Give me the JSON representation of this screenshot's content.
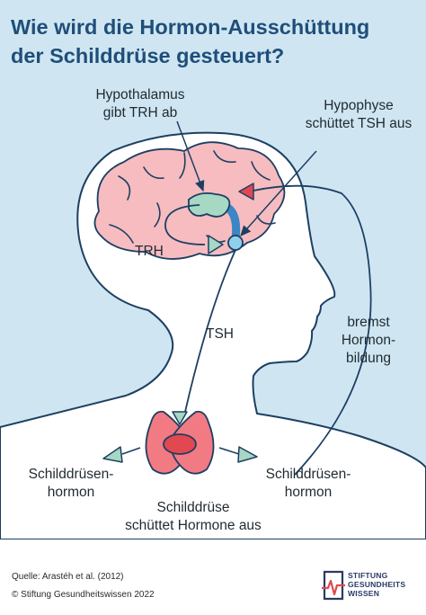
{
  "title": {
    "line1": "Wie wird die Hormon-Ausschüttung",
    "line2": "der Schilddrüse gesteuert?"
  },
  "labels": {
    "hypothalamus": {
      "line1": "Hypothalamus",
      "line2": "gibt TRH ab"
    },
    "hypophyse": {
      "line1": "Hypophyse",
      "line2": "schüttet TSH aus"
    },
    "trh": "TRH",
    "tsh": "TSH",
    "bremst": {
      "line1": "bremst",
      "line2": "Hormon-",
      "line3": "bildung"
    },
    "hormone_left": {
      "line1": "Schilddrüsen-",
      "line2": "hormon"
    },
    "hormone_right": {
      "line1": "Schilddrüsen-",
      "line2": "hormon"
    },
    "schilddruese": {
      "line1": "Schilddrüse",
      "line2": "schüttet Hormone aus"
    }
  },
  "footer": {
    "source": "Quelle: Arastéh et al. (2012)",
    "copyright": "© Stiftung Gesundheitswissen 2022",
    "logo": {
      "line1": "STIFTUNG",
      "line2": "GESUNDHEITS",
      "line3": "WISSEN"
    }
  },
  "colors": {
    "background": "#cfe6f2",
    "title": "#1f4e79",
    "head": "#ffffff",
    "outline": "#1d3f63",
    "brain": "#f6bcc0",
    "hypothalamus": "#a6d8c4",
    "hypophyse": "#8fd0ea",
    "thyroid": "#f27a83",
    "signal_red": "#e1484f"
  },
  "icons": [
    "heartbeat-logo-icon"
  ]
}
